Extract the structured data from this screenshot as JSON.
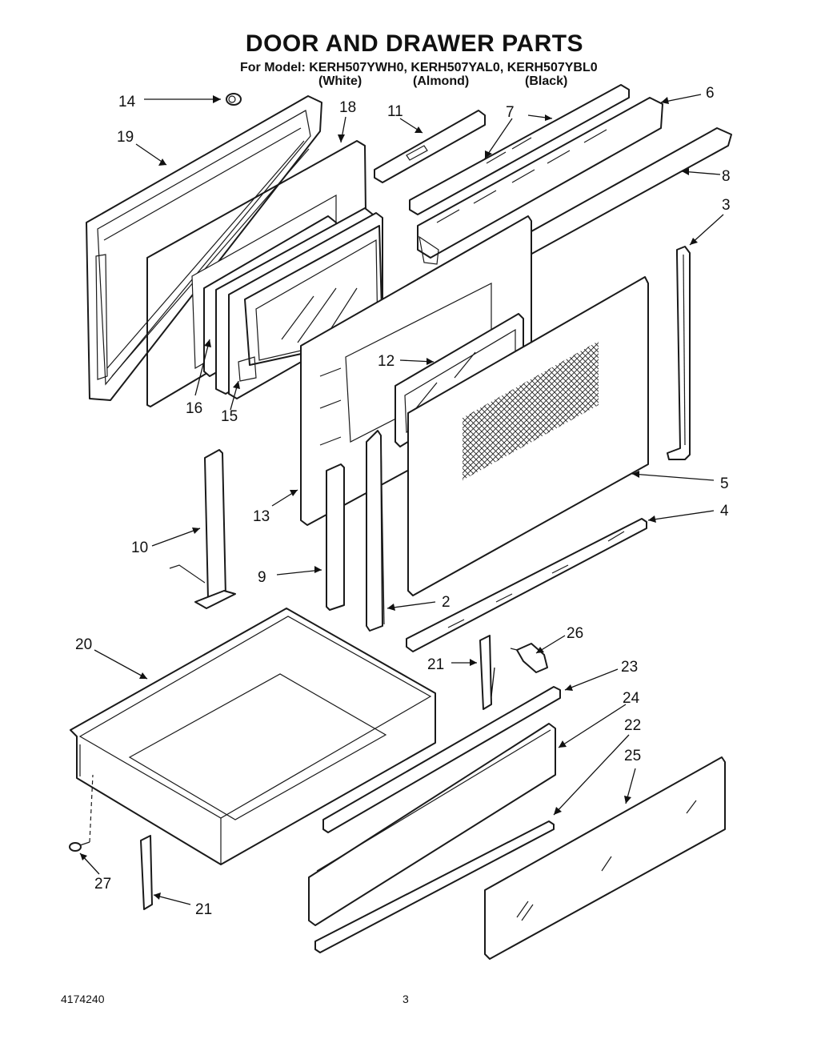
{
  "header": {
    "title": "DOOR AND DRAWER PARTS",
    "model_line": "For Model: KERH507YWH0, KERH507YAL0, KERH507YBL0",
    "variants": [
      "(White)",
      "(Almond)",
      "(Black)"
    ]
  },
  "callouts": {
    "c1": "14",
    "c2": "18",
    "c3": "11",
    "c4": "7",
    "c5": "6",
    "c6": "19",
    "c7": "8",
    "c8": "3",
    "c9": "12",
    "c10": "16",
    "c11": "15",
    "c12": "5",
    "c13": "4",
    "c14": "13",
    "c15": "10",
    "c16": "9",
    "c17": "2",
    "c18": "26",
    "c19": "20",
    "c20": "21",
    "c21": "23",
    "c22": "24",
    "c23": "22",
    "c24": "25",
    "c25": "27",
    "c26": "21"
  },
  "footer": {
    "doc_number": "4174240",
    "page_number": "3"
  }
}
